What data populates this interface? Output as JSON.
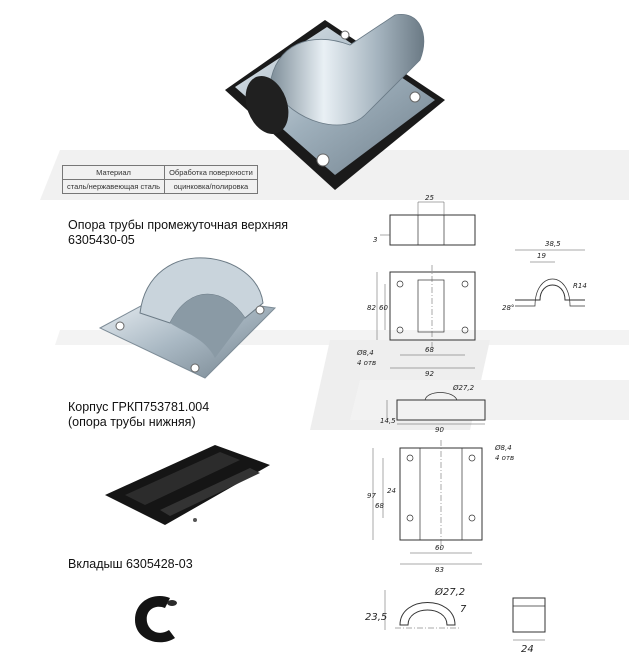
{
  "table": {
    "headers": [
      "Материал",
      "Обработка поверхности"
    ],
    "row": [
      "сталь/нержавеющая сталь",
      "оцинковка/полировка"
    ]
  },
  "captions": {
    "item1_line1": "Опора трубы промежуточная верхняя",
    "item1_line2": "6305430-05",
    "item2_line1": "Корпус ГРКП753781.004",
    "item2_line2": "(опора трубы нижняя)",
    "item3": "Вкладыш 6305428-03"
  },
  "drawing1": {
    "top_width": "25",
    "side_height": "3",
    "plan_h_outer": "82",
    "plan_h_inner": "60",
    "hole": "Ø8,4",
    "hole_count": "4 отв",
    "plan_w_inner": "68",
    "plan_w_outer": "92",
    "prof_w": "38,5",
    "prof_h": "19",
    "radius": "R14",
    "prof_side": "28°"
  },
  "drawing2": {
    "bore": "Ø27,2",
    "side_h": "14,5",
    "width": "90",
    "hole": "Ø8,4",
    "hole_count": "4 отв",
    "plan_h_outer": "97",
    "plan_h_inner": "68",
    "slot": "24",
    "plan_w_inner": "60",
    "plan_w_outer": "83"
  },
  "drawing3": {
    "height": "23,5",
    "bore": "Ø27,2",
    "thickness": "7",
    "width": "24"
  }
}
